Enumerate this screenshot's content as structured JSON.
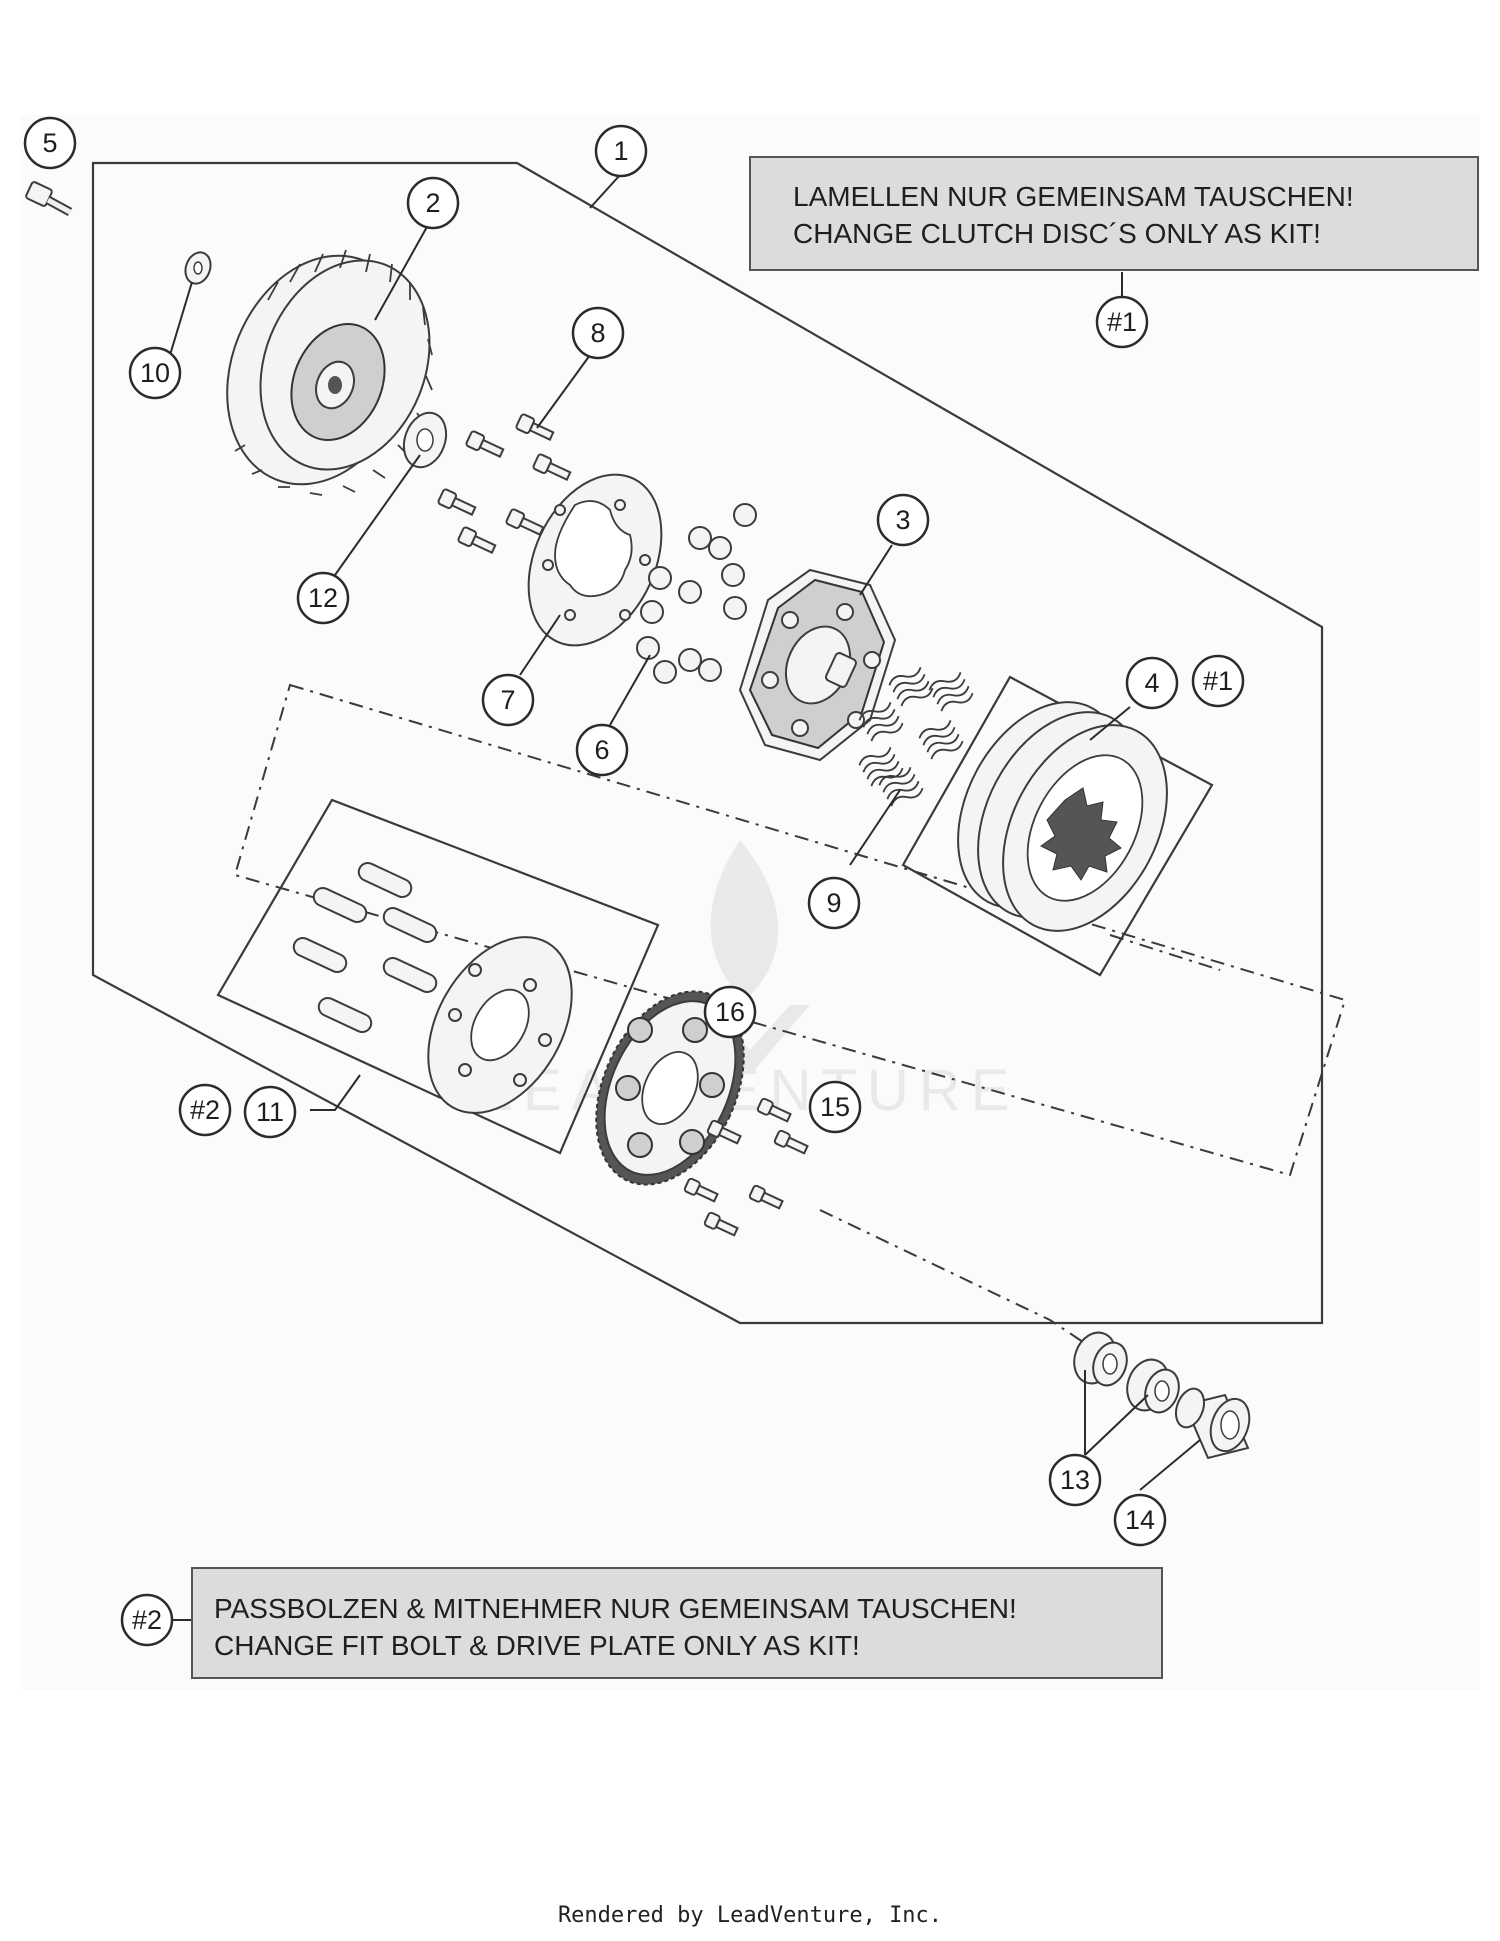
{
  "notes": {
    "note1": {
      "ref": "#1",
      "line1": "LAMELLEN NUR GEMEINSAM TAUSCHEN!",
      "line2": "CHANGE CLUTCH DISC´S ONLY AS KIT!"
    },
    "note2": {
      "ref": "#2",
      "line1": "PASSBOLZEN & MITNEHMER NUR GEMEINSAM TAUSCHEN!",
      "line2": "CHANGE FIT BOLT & DRIVE PLATE ONLY AS KIT!"
    }
  },
  "callouts": {
    "c1": "1",
    "c2": "2",
    "c3": "3",
    "c4": "4",
    "c5": "5",
    "c6": "6",
    "c7": "7",
    "c8": "8",
    "c9": "9",
    "c10": "10",
    "c11": "11",
    "c12": "12",
    "c13": "13",
    "c14": "14",
    "c15": "15",
    "c16": "16",
    "ref4": "#1",
    "ref11": "#2"
  },
  "watermark": "LEADVENTURE",
  "footer": "Rendered by LeadVenture, Inc."
}
